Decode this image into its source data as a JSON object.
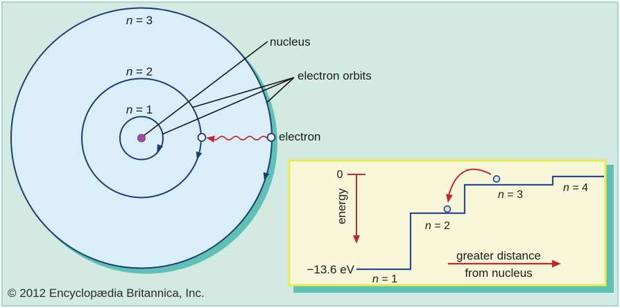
{
  "colors": {
    "background_mint": "#d3eae3",
    "frame_line_teal": "#8ecfc4",
    "orbit_fill_blue": "#d9eef8",
    "orbit_stroke_navy": "#1e3c72",
    "drop_shadow_teal": "#5ec1b3",
    "nucleus_purple": "#9d4f9e",
    "photon_red": "#c1272d",
    "inset_background": "#f8f7da",
    "inset_border_yellow": "#e8eb49",
    "energy_step_blue": "#2a4b8c",
    "text_black": "#1a1a1a"
  },
  "atom": {
    "orbit_labels": {
      "n3": {
        "var": "n",
        "eq": " = 3"
      },
      "n2": {
        "var": "n",
        "eq": " = 2"
      },
      "n1": {
        "var": "n",
        "eq": " = 1"
      }
    },
    "callouts": {
      "nucleus": "nucleus",
      "electron_orbits": "electron orbits",
      "electron": "electron"
    }
  },
  "inset": {
    "axis": {
      "zero": "0",
      "energy": "energy",
      "min_value": "−13.6 eV"
    },
    "levels": {
      "n1": {
        "var": "n",
        "eq": " = 1"
      },
      "n2": {
        "var": "n",
        "eq": " = 2"
      },
      "n3": {
        "var": "n",
        "eq": " = 3"
      },
      "n4": {
        "var": "n",
        "eq": " = 4"
      }
    },
    "distance": {
      "line1": "greater distance",
      "line2": "from nucleus"
    },
    "chart_data": {
      "type": "line",
      "title": "energy of electron orbits (step diagram)",
      "ylabel": "energy",
      "xlabel": "greater distance from nucleus",
      "levels": [
        {
          "n": 1,
          "energy_eV": -13.6
        },
        {
          "n": 2,
          "energy_eV": -3.4
        },
        {
          "n": 3,
          "energy_eV": -1.5
        },
        {
          "n": 4,
          "energy_eV": -0.85
        }
      ],
      "ylim_labels": [
        "−13.6 eV",
        "0"
      ],
      "transition": "electron drops from n = 3 to n = 2"
    }
  },
  "footer": {
    "copyright": "© 2012 Encyclopædia Britannica, Inc."
  }
}
